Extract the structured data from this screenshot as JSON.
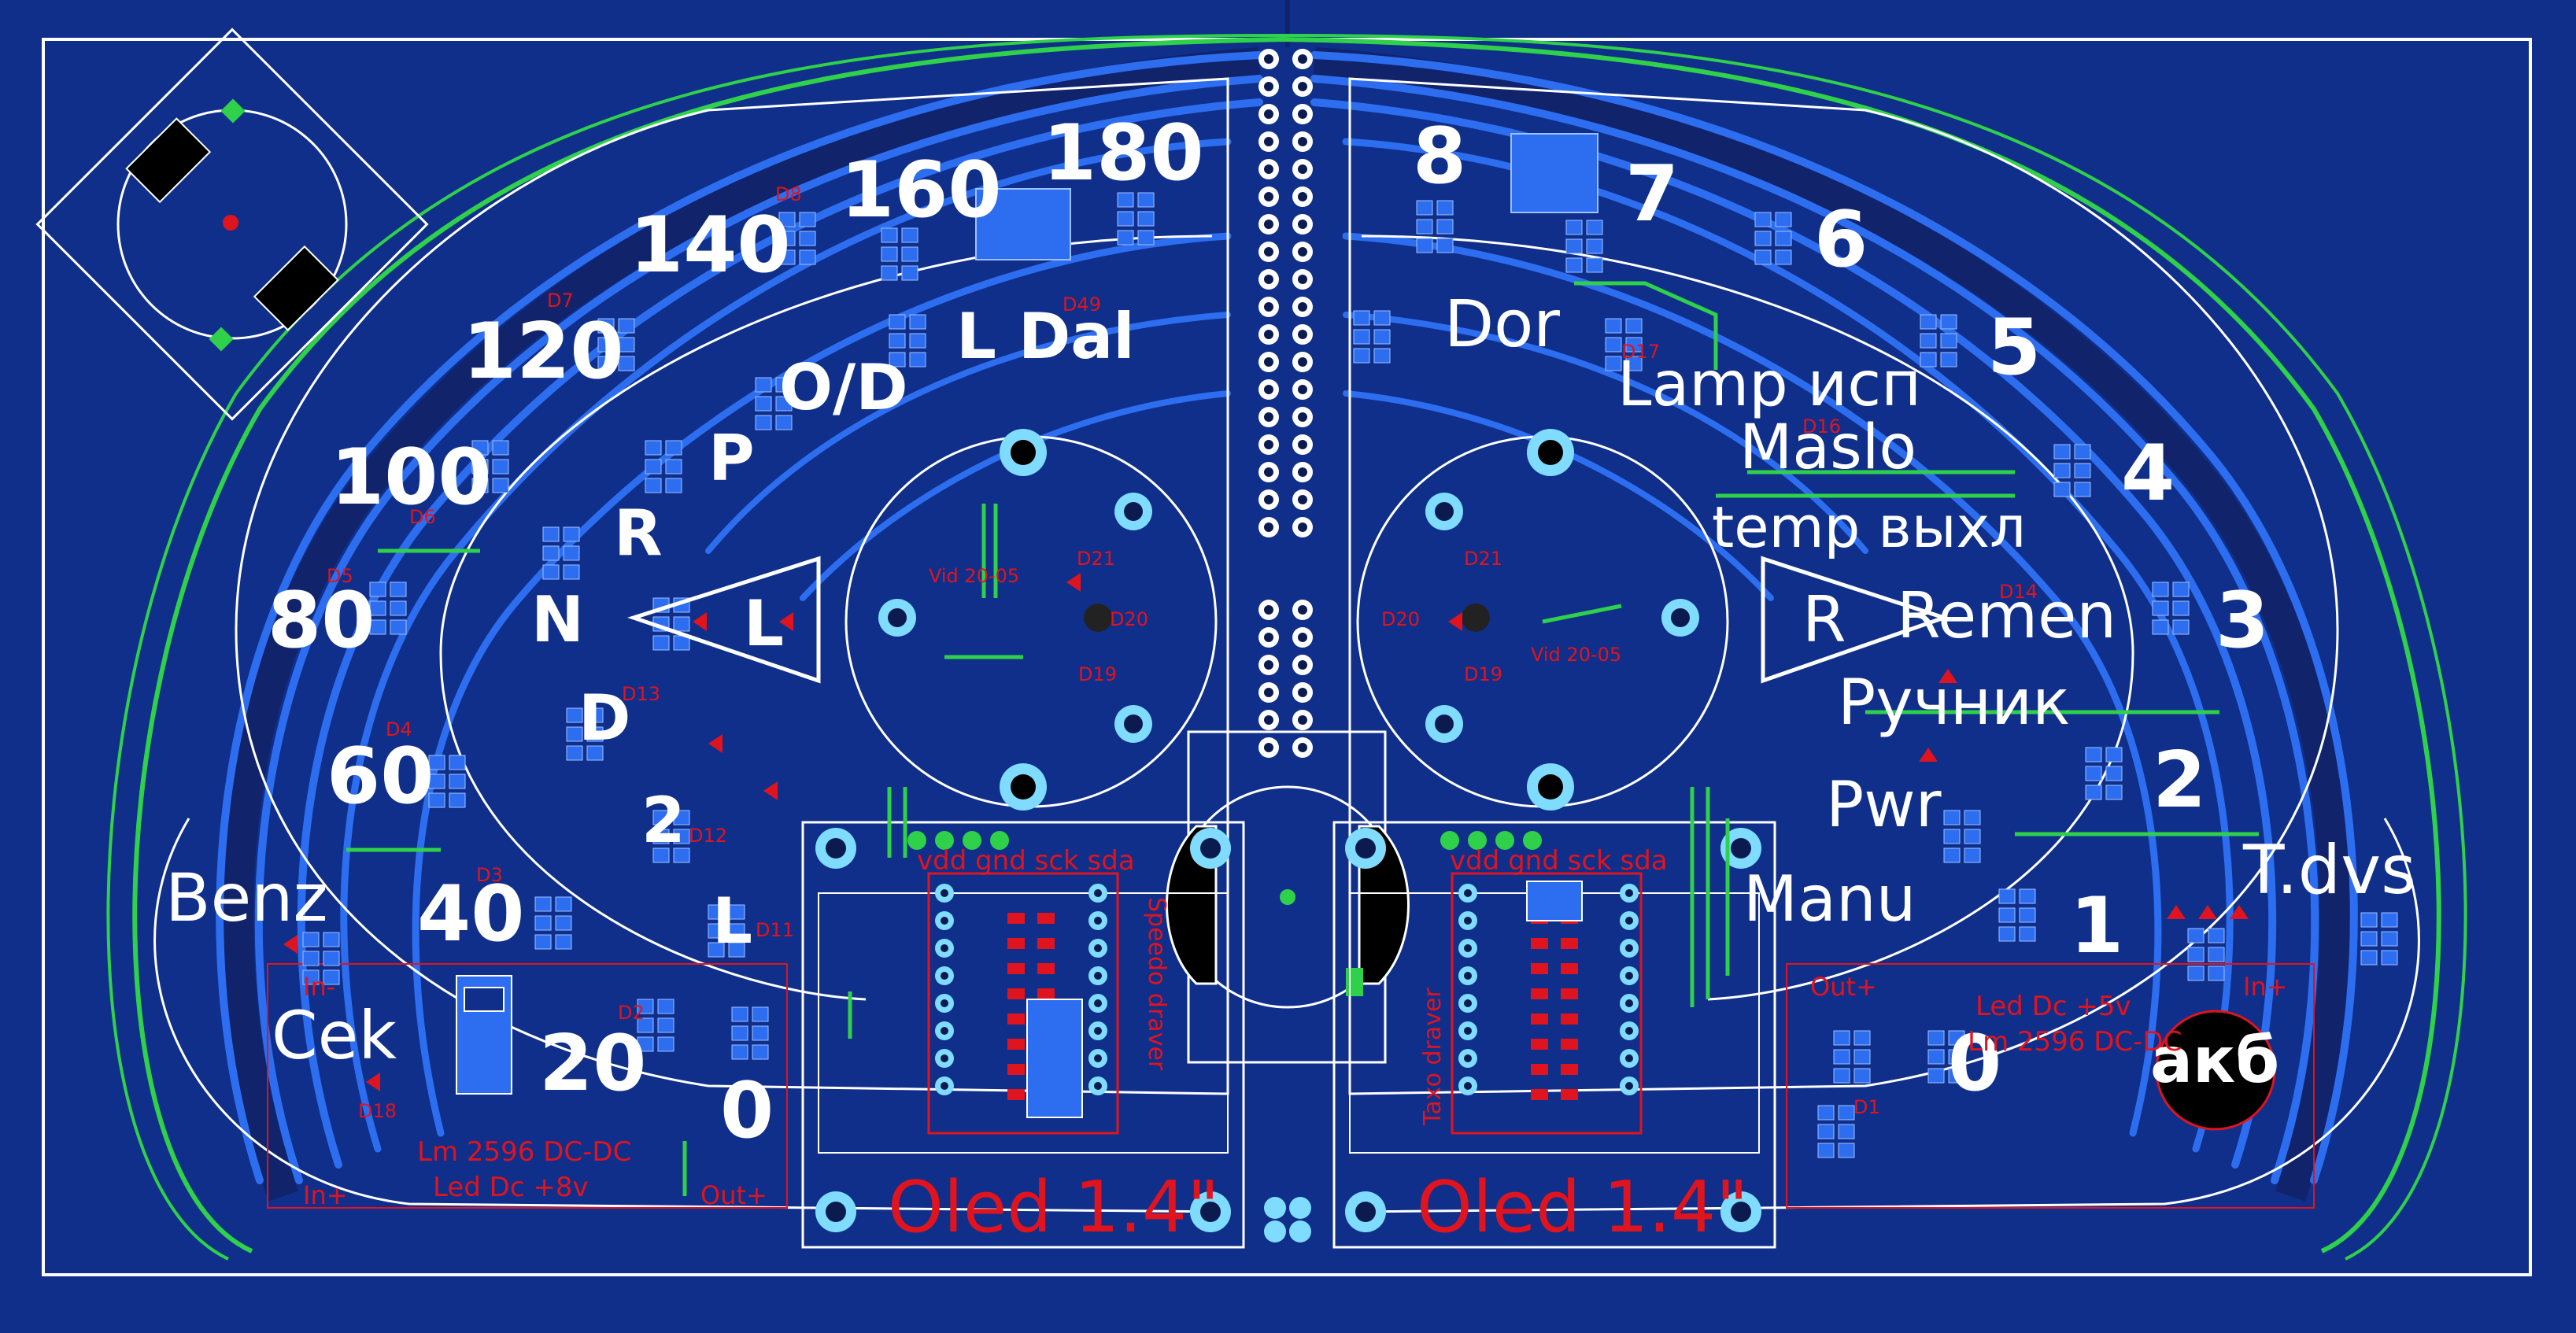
{
  "speed_labels": [
    "180",
    "160",
    "140",
    "120",
    "100",
    "80",
    "60",
    "40",
    "20",
    "0"
  ],
  "rpm_labels": [
    "8",
    "7",
    "6",
    "5",
    "4",
    "3",
    "2",
    "1",
    "0"
  ],
  "left_labels": {
    "l_dal": "L Dal",
    "od": "O/D",
    "p": "P",
    "r": "R",
    "n": "N",
    "l_arrow": "L",
    "d": "D",
    "two": "2",
    "l_low": "L",
    "benz": "Benz",
    "cek": "Cek"
  },
  "right_labels": {
    "dor": "Dor",
    "lamp": "Lamp исп",
    "maslo": "Maslo",
    "temp": "temp выхл",
    "r_arrow": "R",
    "remen": "Remen",
    "ruchnik": "Ручник",
    "pwr": "Pwr",
    "manu": "Manu",
    "tdvs": "T.dvs",
    "akb": "акб"
  },
  "oled_left": "Oled 1.4\"",
  "oled_right": "Oled 1.4\"",
  "header_left": "vdd gnd sck sda",
  "header_right": "vdd gnd sck sda",
  "psu_left": {
    "line1": "Lm 2596 DC-DC",
    "line2": "Led Dc +8v",
    "in_minus": "In-",
    "in_plus": "In+",
    "out_plus": "Out+"
  },
  "psu_right": {
    "line1": "Lm 2596 DC-DC",
    "line2": "Led Dc +5v",
    "out_plus": "Out+",
    "in_plus": "In+"
  },
  "small_labels": {
    "vid_left": "Vid 20-05",
    "vid_right": "Vid 20-05",
    "d21_left": "D21",
    "d20_left": "D20",
    "d19_left": "D19",
    "d21_right": "D21",
    "d20_right": "D20",
    "d19_right": "D19",
    "d13": "D13",
    "d12": "D12",
    "d11": "D11",
    "d18": "D18",
    "d1": "D1",
    "d2": "D2",
    "d3": "D3",
    "d4": "D4",
    "d5": "D5",
    "d6": "D6",
    "d7": "D7",
    "d8": "D8",
    "d14": "D14",
    "d16": "D16",
    "d17": "D17",
    "d49": "D49",
    "tacho": "Taxo draver",
    "speedo": "Speedo draver"
  },
  "colors": {
    "board": "#0f2f8a",
    "trace": "#2d6ef0",
    "silkscreen": "#ffffff",
    "copper_text": "#e0141e",
    "outline": "#2fd14a",
    "pad": "#7fdcff"
  }
}
